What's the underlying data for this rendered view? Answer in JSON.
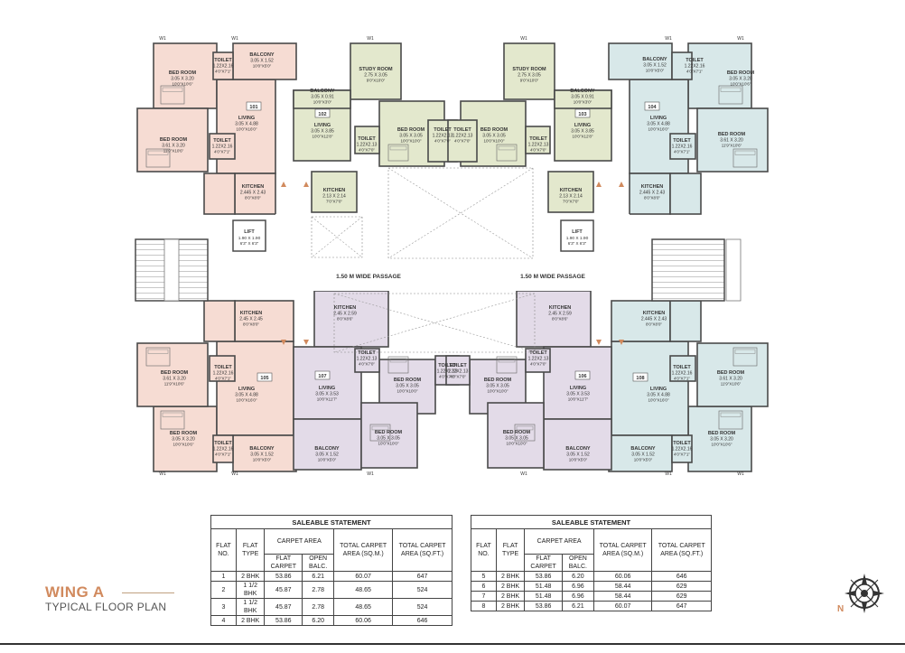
{
  "title": {
    "main": "WING A",
    "sub": "TYPICAL FLOOR PLAN"
  },
  "compass": {
    "label": "N"
  },
  "passage_labels": [
    "1.50 M WIDE PASSAGE",
    "1.50 M WIDE PASSAGE"
  ],
  "colors": {
    "flat_pink": "#f6dcd3",
    "flat_green": "#e3e8cd",
    "flat_blue": "#d8e8e9",
    "flat_purple": "#e3dbe8",
    "wall": "#4a4a4a",
    "accent": "#d18a5e"
  },
  "flats": [
    {
      "no": "101",
      "rooms": [
        {
          "name": "BED ROOM",
          "size": "3.05 X 3.20",
          "ft": "10'0\"X10'6\""
        },
        {
          "name": "BED ROOM",
          "size": "3.61 X 3.20",
          "ft": "11'9\"X10'6\""
        },
        {
          "name": "LIVING",
          "size": "3.05 X 4.88",
          "ft": "10'0\"X16'0\""
        },
        {
          "name": "BALCONY",
          "size": "3.05 X 1.52",
          "ft": "10'0\"X5'0\""
        },
        {
          "name": "TOILET",
          "size": "1.22X2.16",
          "ft": "4'0\"X7'1\""
        },
        {
          "name": "TOILET",
          "size": "1.22X2.16",
          "ft": "4'0\"X7'1\""
        },
        {
          "name": "KITCHEN",
          "size": "2.445 X 2.43",
          "ft": "8'0\"X8'0\""
        }
      ]
    },
    {
      "no": "102",
      "rooms": [
        {
          "name": "STUDY ROOM",
          "size": "2.75 X 3.05",
          "ft": "9'0\"X10'0\""
        },
        {
          "name": "BALCONY",
          "size": "3.05 X 0.91",
          "ft": "10'0\"X3'0\""
        },
        {
          "name": "LIVING",
          "size": "3.05 X 3.85",
          "ft": "10'0\"X12'8\""
        },
        {
          "name": "BED ROOM",
          "size": "3.05 X 3.05",
          "ft": "10'0\"X10'0\""
        },
        {
          "name": "TOILET",
          "size": "1.22X2.13",
          "ft": "4'0\"X7'0\""
        },
        {
          "name": "TOILET",
          "size": "1.22X2.13",
          "ft": "4'0\"X7'0\""
        },
        {
          "name": "KITCHEN",
          "size": "2.13 X 2.14",
          "ft": "7'0\"X7'0\""
        }
      ]
    },
    {
      "no": "103",
      "rooms": [
        {
          "name": "STUDY ROOM",
          "size": "2.75 X 3.05",
          "ft": "9'0\"X10'0\""
        },
        {
          "name": "BALCONY",
          "size": "3.05 X 0.91",
          "ft": "10'0\"X3'0\""
        },
        {
          "name": "LIVING",
          "size": "3.05 X 3.85",
          "ft": "10'0\"X12'8\""
        },
        {
          "name": "BED ROOM",
          "size": "3.05 X 3.05",
          "ft": "10'0\"X10'0\""
        },
        {
          "name": "TOILET",
          "size": "1.22X2.13",
          "ft": "4'0\"X7'0\""
        },
        {
          "name": "TOILET",
          "size": "1.22X2.13",
          "ft": "4'0\"X7'0\""
        },
        {
          "name": "KITCHEN",
          "size": "2.13 X 2.14",
          "ft": "7'0\"X7'0\""
        }
      ]
    },
    {
      "no": "104",
      "rooms": [
        {
          "name": "BALCONY",
          "size": "3.05 X 1.52",
          "ft": "10'0\"X5'0\""
        },
        {
          "name": "BED ROOM",
          "size": "3.05 X 3.20",
          "ft": "10'0\"X10'6\""
        },
        {
          "name": "LIVING",
          "size": "3.05 X 4.88",
          "ft": "10'0\"X16'0\""
        },
        {
          "name": "BED ROOM",
          "size": "3.61 X 3.20",
          "ft": "11'9\"X10'6\""
        },
        {
          "name": "TOILET",
          "size": "1.22X2.16",
          "ft": "4'0\"X7'1\""
        },
        {
          "name": "TOILET",
          "size": "1.22X2.16",
          "ft": "4'0\"X7'1\""
        },
        {
          "name": "KITCHEN",
          "size": "2.445 X 2.43",
          "ft": "8'0\"X8'0\""
        }
      ]
    },
    {
      "no": "105",
      "rooms": [
        {
          "name": "KITCHEN",
          "size": "2.45 X 2.45",
          "ft": "8'0\"X8'0\""
        },
        {
          "name": "BED ROOM",
          "size": "3.61 X 3.20",
          "ft": "11'9\"X10'6\""
        },
        {
          "name": "LIVING",
          "size": "3.05 X 4.88",
          "ft": "10'0\"X16'0\""
        },
        {
          "name": "BED ROOM",
          "size": "3.05 X 3.20",
          "ft": "10'0\"X10'6\""
        },
        {
          "name": "BALCONY",
          "size": "3.05 X 1.52",
          "ft": "10'0\"X5'0\""
        },
        {
          "name": "TOILET",
          "size": "1.22X2.16",
          "ft": "4'0\"X7'1\""
        },
        {
          "name": "TOILET",
          "size": "1.22X2.16",
          "ft": "4'0\"X7'1\""
        }
      ]
    },
    {
      "no": "106",
      "rooms": [
        {
          "name": "KITCHEN",
          "size": "2.45 X 2.59",
          "ft": "8'0\"X8'6\""
        },
        {
          "name": "LIVING",
          "size": "3.05 X 3.53",
          "ft": "10'0\"X11'7\""
        },
        {
          "name": "BED ROOM",
          "size": "3.05 X 3.05",
          "ft": "10'0\"X10'0\""
        },
        {
          "name": "BED ROOM",
          "size": "3.05 X 3.05",
          "ft": "10'0\"X10'0\""
        },
        {
          "name": "BALCONY",
          "size": "3.05 X 1.52",
          "ft": "10'0\"X5'0\""
        },
        {
          "name": "TOILET",
          "size": "1.22X2.13",
          "ft": "4'0\"X7'0\""
        },
        {
          "name": "TOILET",
          "size": "1.22X2.13",
          "ft": "4'0\"X7'0\""
        }
      ]
    },
    {
      "no": "107",
      "rooms": [
        {
          "name": "KITCHEN",
          "size": "2.45 X 2.59",
          "ft": "8'0\"X8'6\""
        },
        {
          "name": "LIVING",
          "size": "3.05 X 3.53",
          "ft": "10'0\"X11'7\""
        },
        {
          "name": "BED ROOM",
          "size": "3.05 X 3.05",
          "ft": "10'0\"X10'0\""
        },
        {
          "name": "BED ROOM",
          "size": "3.05 X 3.05",
          "ft": "10'0\"X10'0\""
        },
        {
          "name": "BALCONY",
          "size": "3.05 X 1.52",
          "ft": "10'0\"X5'0\""
        },
        {
          "name": "TOILET",
          "size": "1.22X2.13",
          "ft": "4'0\"X7'0\""
        },
        {
          "name": "TOILET",
          "size": "1.22X2.13",
          "ft": "4'0\"X7'0\""
        }
      ]
    },
    {
      "no": "108",
      "rooms": [
        {
          "name": "KITCHEN",
          "size": "2.445 X 2.43",
          "ft": "8'0\"X8'0\""
        },
        {
          "name": "BED ROOM",
          "size": "3.61 X 3.20",
          "ft": "11'9\"X10'6\""
        },
        {
          "name": "LIVING",
          "size": "3.05 X 4.88",
          "ft": "10'0\"X16'0\""
        },
        {
          "name": "BED ROOM",
          "size": "3.05 X 3.20",
          "ft": "10'0\"X10'6\""
        },
        {
          "name": "BALCONY",
          "size": "3.05 X 1.52",
          "ft": "10'0\"X5'0\""
        },
        {
          "name": "TOILET",
          "size": "1.22X2.16",
          "ft": "4'0\"X7'1\""
        },
        {
          "name": "TOILET",
          "size": "1.22X2.16",
          "ft": "4'0\"X7'1\""
        }
      ]
    }
  ],
  "lifts": [
    {
      "name": "LIFT",
      "size": "1.90 X 1.90",
      "ft": "6'3\" X 6'3\""
    },
    {
      "name": "LIFT",
      "size": "1.90 X 1.90",
      "ft": "6'3\" X 6'3\""
    }
  ],
  "door_tags": [
    "D",
    "D1",
    "D2",
    "W",
    "W1",
    "SD",
    "EW",
    "TW"
  ],
  "saleable_tables": [
    {
      "caption": "SALEABLE STATEMENT",
      "headers": {
        "flat_no": "FLAT NO.",
        "flat_type": "FLAT TYPE",
        "carpet_area": "CARPET AREA",
        "flat_carpet": "FLAT CARPET",
        "open_balc": "OPEN BALC.",
        "total_sqm": "TOTAL CARPET AREA (SQ.M.)",
        "total_sqft": "TOTAL CARPET AREA (SQ.FT.)"
      },
      "rows": [
        [
          "1",
          "2 BHK",
          "53.86",
          "6.21",
          "60.07",
          "647"
        ],
        [
          "2",
          "1 1/2 BHK",
          "45.87",
          "2.78",
          "48.65",
          "524"
        ],
        [
          "3",
          "1 1/2 BHK",
          "45.87",
          "2.78",
          "48.65",
          "524"
        ],
        [
          "4",
          "2 BHK",
          "53.86",
          "6.20",
          "60.06",
          "646"
        ]
      ]
    },
    {
      "caption": "SALEABLE STATEMENT",
      "headers": {
        "flat_no": "FLAT NO.",
        "flat_type": "FLAT TYPE",
        "carpet_area": "CARPET AREA",
        "flat_carpet": "FLAT CARPET",
        "open_balc": "OPEN BALC.",
        "total_sqm": "TOTAL CARPET AREA (SQ.M.)",
        "total_sqft": "TOTAL CARPET AREA (SQ.FT.)"
      },
      "rows": [
        [
          "5",
          "2 BHK",
          "53.86",
          "6.20",
          "60.06",
          "646"
        ],
        [
          "6",
          "2 BHK",
          "51.48",
          "6.96",
          "58.44",
          "629"
        ],
        [
          "7",
          "2 BHK",
          "51.48",
          "6.96",
          "58.44",
          "629"
        ],
        [
          "8",
          "2 BHK",
          "53.86",
          "6.21",
          "60.07",
          "647"
        ]
      ]
    }
  ]
}
